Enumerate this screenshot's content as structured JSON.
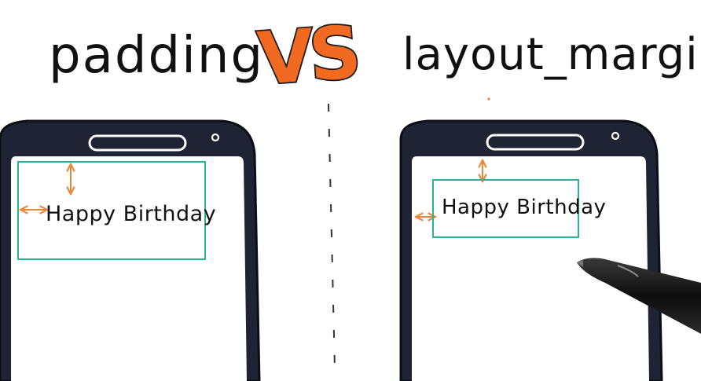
{
  "titles": {
    "left": "padding",
    "vs": "VS",
    "right": "layout_margin"
  },
  "left_phone": {
    "label": "Happy Birthday"
  },
  "right_phone": {
    "label": "Happy Birthday"
  },
  "colors": {
    "vs_orange": "#F26A21",
    "arrow_orange": "#E8873A",
    "box_teal": "#2BB39A",
    "phone_body": "#1F2333"
  }
}
